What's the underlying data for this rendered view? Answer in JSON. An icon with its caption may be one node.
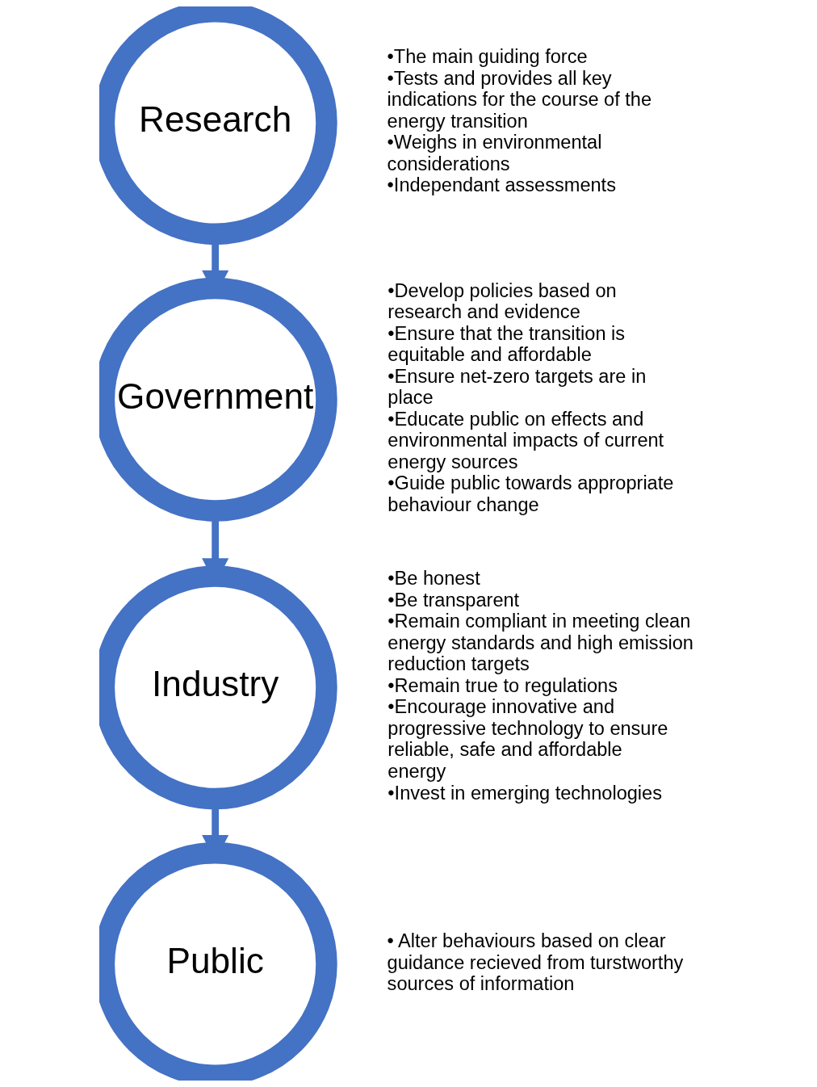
{
  "diagram": {
    "nodes": [
      {
        "text": [
          "Research"
        ],
        "beside": [
          "•The main guiding force",
          "•Tests and provides all key indications for the course of the energy transition",
          "•Weighs in environmental considerations",
          "•Independant assessments"
        ]
      },
      {
        "text": [
          "Government"
        ],
        "beside": [
          "•Develop policies based on research and evidence",
          "•Ensure that the transition is equitable and affordable",
          "•Ensure net-zero targets are in place",
          "•Educate public on effects and environmental impacts of current energy sources",
          "•Guide public towards appropriate behaviour change"
        ]
      },
      {
        "text": [
          "Industry"
        ],
        "beside": [
          "•Be honest",
          "•Be transparent",
          "•Remain compliant in meeting clean energy standards and high emission reduction targets",
          "•Remain true to regulations",
          "•Encourage innovative and progressive technology to ensure reliable, safe and affordable energy",
          "•Invest in emerging technologies"
        ]
      },
      {
        "text": [
          "Public"
        ],
        "beside": [
          "• Alter behaviours based on clear guidance recieved from turstworthy sources of information"
        ]
      }
    ],
    "edges": [
      {
        "from": 0,
        "to": 1,
        "arrow": "to"
      },
      {
        "from": 1,
        "to": 2,
        "arrow": "to"
      },
      {
        "from": 2,
        "to": 3,
        "arrow": "to"
      }
    ]
  }
}
